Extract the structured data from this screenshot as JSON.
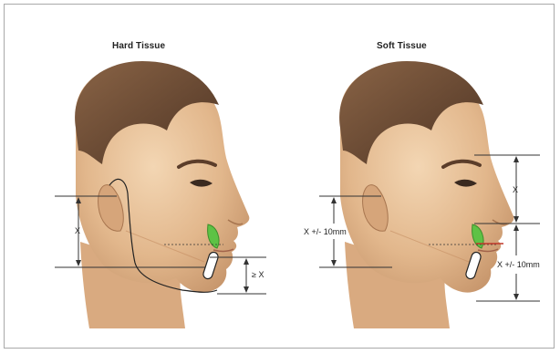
{
  "panels": [
    {
      "title": "Hard Tissue",
      "labels": {
        "upper": "X",
        "lower": "≥ X"
      }
    },
    {
      "title": "Soft Tissue",
      "labels": {
        "left": "X +/- 10mm",
        "upper": "X",
        "lower": "X +/- 10mm"
      }
    }
  ],
  "colors": {
    "skin": "#e7c29c",
    "skin_shadow": "#c8966c",
    "hair": "#6b4a34",
    "bone_green": "#5ec245",
    "tooth_white": "#ffffff",
    "measure_line": "#333333"
  }
}
